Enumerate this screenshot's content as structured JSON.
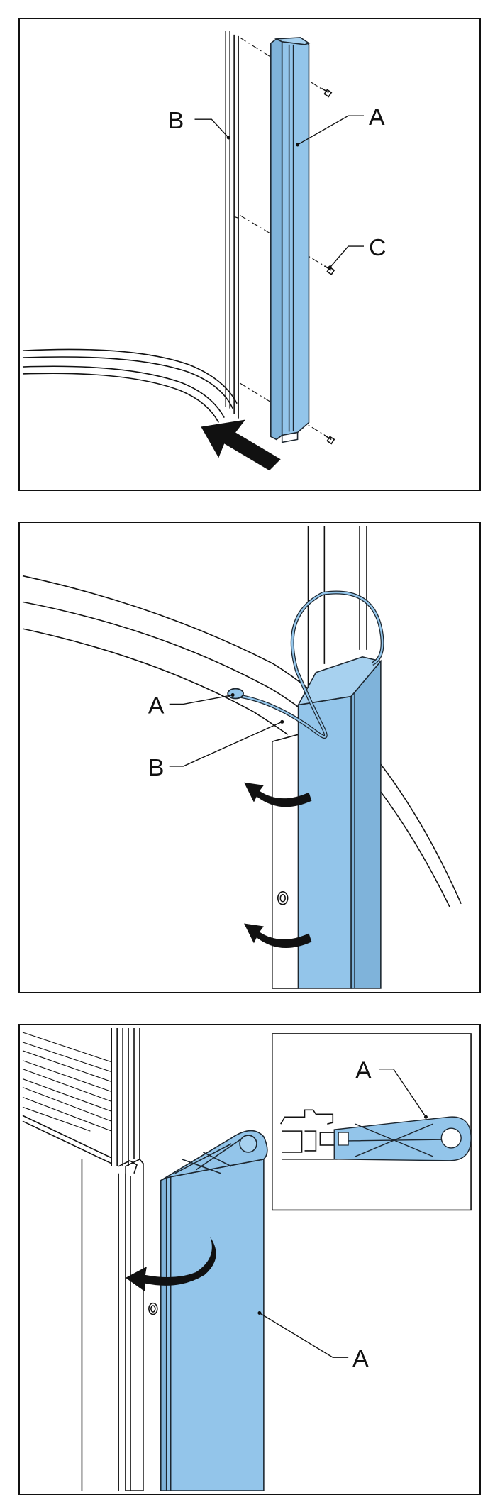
{
  "colors": {
    "part_fill": "#93c5ea",
    "part_fill_dark": "#7fb3da",
    "line": "#111111",
    "background": "#ffffff"
  },
  "steps": [
    {
      "labels": {
        "a": "A",
        "b": "B",
        "c": "C"
      }
    },
    {
      "labels": {
        "a": "A",
        "b": "B"
      }
    },
    {
      "labels": {
        "a_inset": "A",
        "a_main": "A"
      }
    }
  ]
}
